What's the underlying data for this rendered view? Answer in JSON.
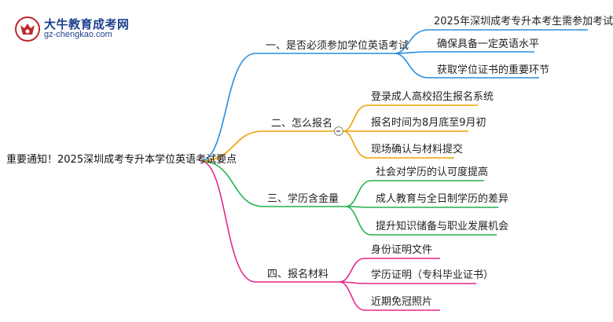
{
  "logo": {
    "title": "大牛教育成考网",
    "url": "gz-chengkao.com"
  },
  "root": {
    "title": "重要通知！2025深圳成考专升本学位英语考试要点"
  },
  "branches": [
    {
      "label": "一、是否必须参加学位英语考试",
      "color": "#2b8de0",
      "children": [
        "2025年深圳成考专升本考生需参加考试",
        "确保具备一定英语水平",
        "获取学位证书的重要环节"
      ]
    },
    {
      "label": "二、怎么报名",
      "color": "#f0a300",
      "children": [
        "登录成人高校招生报名系统",
        "报名时间为8月底至9月初",
        "现场确认与材料提交"
      ]
    },
    {
      "label": "三、学历含金量",
      "color": "#22b14c",
      "children": [
        "社会对学历的认可度提高",
        "成人教育与全日制学历的差异",
        "提升知识储备与职业发展机会"
      ]
    },
    {
      "label": "四、报名材料",
      "color": "#e5278b",
      "children": [
        "身份证明文件",
        "学历证明（专科毕业证书）",
        "近期免冠照片"
      ]
    }
  ]
}
